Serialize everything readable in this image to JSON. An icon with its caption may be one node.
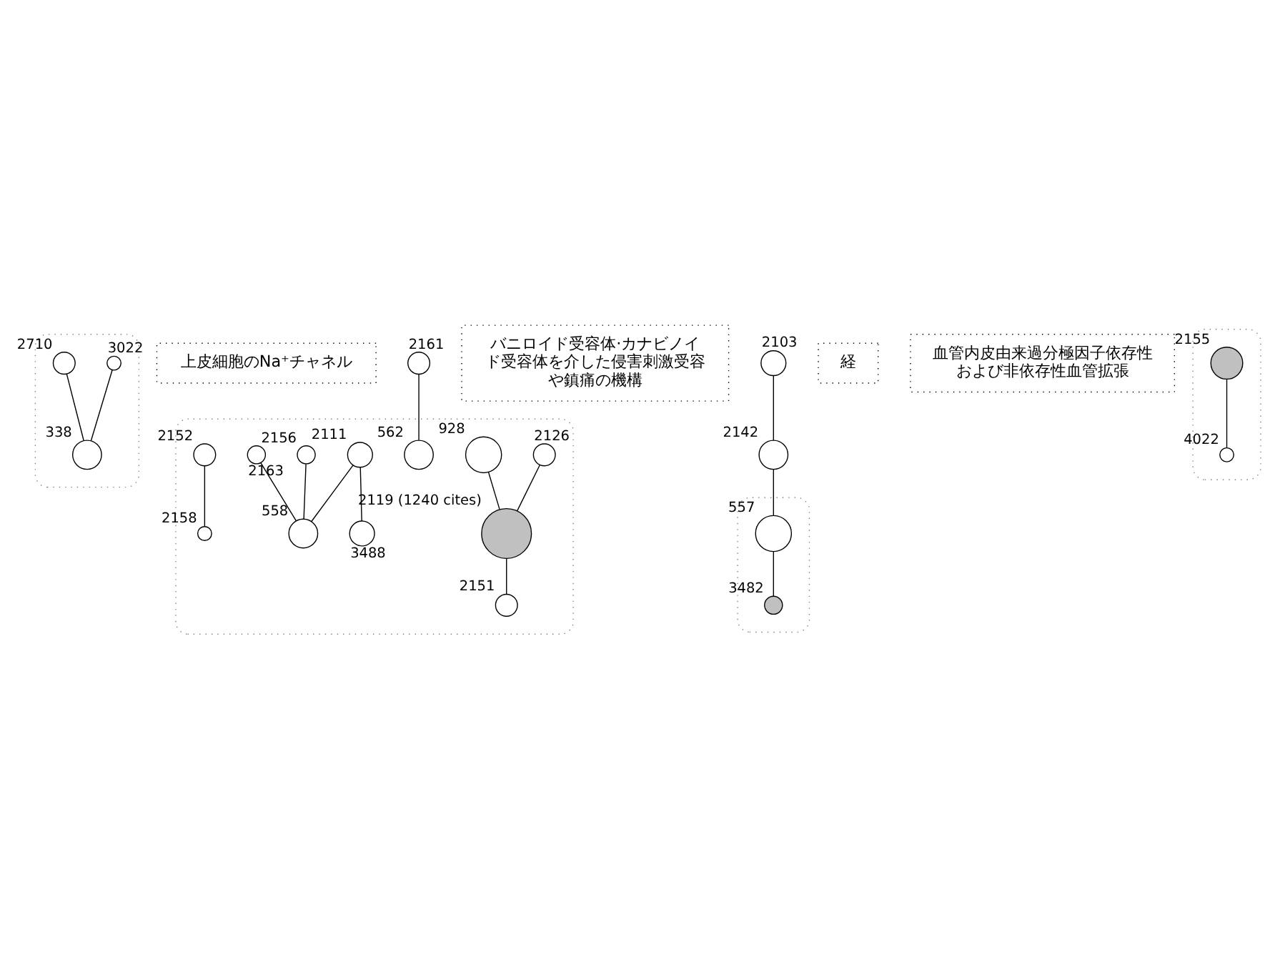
{
  "diagram": {
    "nodes": [
      {
        "text": [],
        "shape": "ellipse"
      },
      {
        "text": [],
        "shape": "circle",
        "beside": [
          "3022"
        ],
        "in": 0
      },
      {
        "text": [],
        "shape": "circle",
        "beside": [
          "2710"
        ],
        "in": 0
      },
      {
        "text": [],
        "shape": "circle",
        "beside": [
          "338"
        ],
        "in": 0
      },
      {
        "text": [
          "上皮細胞のNa⁺チャネル"
        ]
      },
      {
        "text": [],
        "shape": "ellipse"
      },
      {
        "text": [],
        "shape": "circle",
        "beside": [
          "2126"
        ],
        "in": 5
      },
      {
        "text": [],
        "shape": "circle",
        "beside": [
          "928"
        ],
        "in": 5
      },
      {
        "text": [],
        "shape": "circle",
        "beside": [
          "2161"
        ]
      },
      {
        "text": [],
        "shape": "circle",
        "beside": [
          "562"
        ],
        "in": 5
      },
      {
        "text": [
          "バニロイド受容体·カナビノイド受容体を介した侵害刺激受容や鎮痛の機構"
        ]
      },
      {
        "text": [],
        "shape": "circle",
        "beside": [
          "2119 (1240 cites)"
        ],
        "in": 5
      },
      {
        "text": [],
        "shape": "circle",
        "beside": [
          "2111"
        ],
        "in": 5
      },
      {
        "text": [],
        "shape": "circle",
        "beside": [
          "3488"
        ],
        "in": 5
      },
      {
        "text": [],
        "shape": "circle",
        "beside": [
          "2156"
        ],
        "in": 5
      },
      {
        "text": [],
        "shape": "circle",
        "beside": [
          "2151"
        ],
        "in": 5
      },
      {
        "text": [],
        "shape": "circle",
        "beside": [
          "2163"
        ],
        "in": 5
      },
      {
        "text": [],
        "shape": "circle",
        "beside": [
          "558"
        ],
        "in": 5
      },
      {
        "text": [],
        "shape": "circle",
        "beside": [
          "2152"
        ],
        "in": 5
      },
      {
        "text": [],
        "shape": "circle",
        "beside": [
          "2158"
        ],
        "in": 5
      },
      {
        "text": [],
        "shape": "ellipse"
      },
      {
        "text": [],
        "shape": "circle",
        "beside": [
          "2103"
        ]
      },
      {
        "text": [],
        "shape": "circle",
        "beside": [
          "2142"
        ]
      },
      {
        "text": [],
        "shape": "circle",
        "beside": [
          "557"
        ],
        "in": 20
      },
      {
        "text": [],
        "shape": "circle",
        "beside": [
          "3482"
        ],
        "in": 20
      },
      {
        "text": [
          "経"
        ]
      },
      {
        "text": [
          "血管内皮由来過分極因子依存性および非依存性血管拡張"
        ]
      },
      {
        "text": [],
        "shape": "ellipse"
      },
      {
        "text": [],
        "shape": "circle",
        "beside": [
          "2155"
        ],
        "in": 27
      },
      {
        "text": [],
        "shape": "circle",
        "beside": [
          "4022"
        ],
        "in": 27
      }
    ],
    "edges": [
      {
        "from": 1,
        "to": 3,
        "arrow": "none"
      },
      {
        "from": 2,
        "to": 3,
        "arrow": "none"
      },
      {
        "from": 6,
        "to": 11,
        "arrow": "none"
      },
      {
        "from": 7,
        "to": 11,
        "arrow": "none"
      },
      {
        "from": 11,
        "to": 15,
        "arrow": "none"
      },
      {
        "from": 8,
        "to": 9,
        "arrow": "none"
      },
      {
        "from": 21,
        "to": 22,
        "arrow": "none"
      },
      {
        "from": 22,
        "to": 23,
        "arrow": "none"
      },
      {
        "from": 23,
        "to": 24,
        "arrow": "none"
      },
      {
        "from": 12,
        "to": 13,
        "arrow": "none"
      },
      {
        "from": 12,
        "to": 17,
        "arrow": "none"
      },
      {
        "from": 14,
        "to": 17,
        "arrow": "none"
      },
      {
        "from": 16,
        "to": 17,
        "arrow": "none"
      },
      {
        "from": 18,
        "to": 19,
        "arrow": "none"
      },
      {
        "from": 28,
        "to": 29,
        "arrow": "none"
      }
    ]
  }
}
